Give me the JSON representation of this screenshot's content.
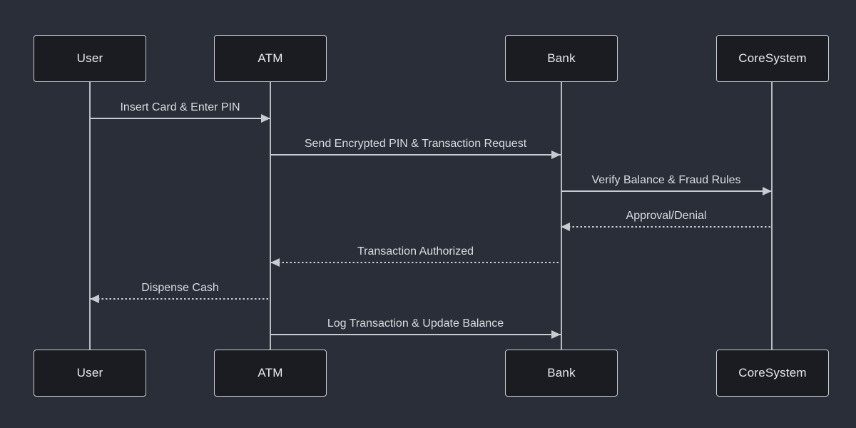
{
  "diagram": {
    "type": "sequence-diagram",
    "title": "",
    "actors": [
      {
        "id": "user",
        "label": "User"
      },
      {
        "id": "atm",
        "label": "ATM"
      },
      {
        "id": "bank",
        "label": "Bank"
      },
      {
        "id": "coresystem",
        "label": "CoreSystem"
      }
    ],
    "messages": [
      {
        "from": "User",
        "to": "ATM",
        "text": "Insert Card & Enter PIN",
        "line": "solid",
        "direction": "right"
      },
      {
        "from": "ATM",
        "to": "Bank",
        "text": "Send Encrypted PIN & Transaction Request",
        "line": "solid",
        "direction": "right"
      },
      {
        "from": "Bank",
        "to": "CoreSystem",
        "text": "Verify Balance & Fraud Rules",
        "line": "solid",
        "direction": "right"
      },
      {
        "from": "CoreSystem",
        "to": "Bank",
        "text": "Approval/Denial",
        "line": "dashed",
        "direction": "left"
      },
      {
        "from": "Bank",
        "to": "ATM",
        "text": "Transaction Authorized",
        "line": "dashed",
        "direction": "left"
      },
      {
        "from": "ATM",
        "to": "User",
        "text": "Dispense Cash",
        "line": "dashed",
        "direction": "left"
      },
      {
        "from": "ATM",
        "to": "Bank",
        "text": "Log Transaction & Update Balance",
        "line": "solid",
        "direction": "right"
      }
    ],
    "colors": {
      "background": "#2a2e38",
      "actor_fill": "#1a1c21",
      "actor_border": "#c8ccd1",
      "line": "#c8ccd1",
      "lifeline": "#b9bdc3",
      "message_text": "#d9dce0",
      "actor_text": "#e8eaec"
    }
  }
}
